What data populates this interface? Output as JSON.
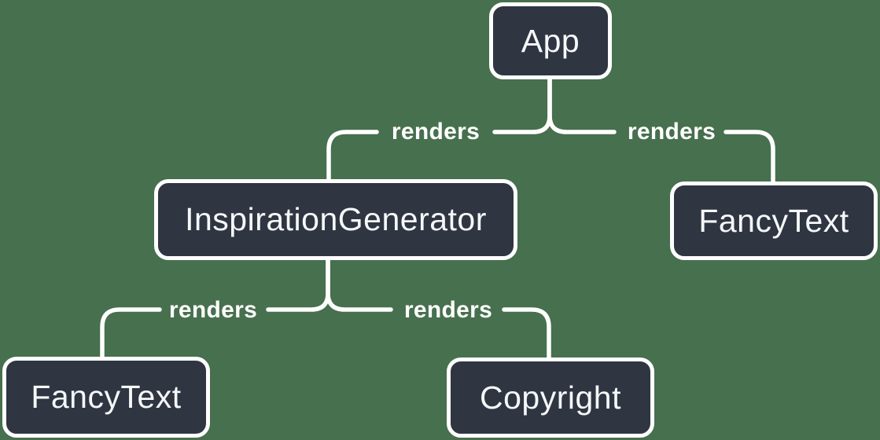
{
  "diagram": {
    "kind": "react-render-tree",
    "colors": {
      "background": "#47704E",
      "node_fill": "#2F3642",
      "node_border": "#FFFFFF",
      "node_text": "#F6F7F9",
      "edge_line": "#FFFFFF",
      "edge_label_text": "#FFFFFF"
    },
    "nodes": [
      {
        "id": "app",
        "label": "App"
      },
      {
        "id": "inspiration-generator",
        "label": "InspirationGenerator"
      },
      {
        "id": "fancy-text-right",
        "label": "FancyText"
      },
      {
        "id": "fancy-text-left",
        "label": "FancyText"
      },
      {
        "id": "copyright",
        "label": "Copyright"
      }
    ],
    "edges": [
      {
        "from": "App",
        "to": "InspirationGenerator",
        "label": "renders"
      },
      {
        "from": "App",
        "to": "FancyText",
        "label": "renders"
      },
      {
        "from": "InspirationGenerator",
        "to": "FancyText",
        "label": "renders"
      },
      {
        "from": "InspirationGenerator",
        "to": "Copyright",
        "label": "renders"
      }
    ]
  }
}
